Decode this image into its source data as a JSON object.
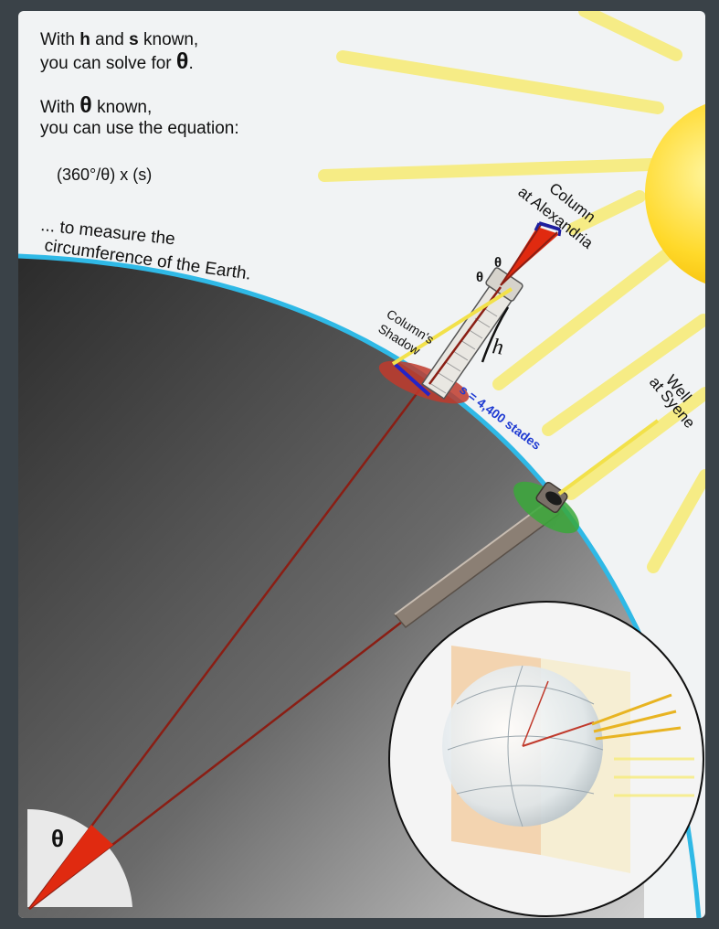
{
  "intro": {
    "line1_pre": "With ",
    "line1_h": "h",
    "line1_mid": " and ",
    "line1_s": "s",
    "line1_post": " known,",
    "line2_pre": "you can solve for ",
    "line2_theta": "θ",
    "line2_post": ".",
    "line3_pre": "With ",
    "line3_theta": "θ",
    "line3_post": " known,",
    "line4": "you can use the equation:",
    "equation": "(360°/θ) x (s)"
  },
  "labels": {
    "measure_line1": "... to measure the",
    "measure_line2": "circumference of the Earth.",
    "column_line1": "Column",
    "column_line2": "at Alexandria",
    "shadow_line1": "Column's",
    "shadow_line2": "Shadow",
    "h_label": "h",
    "s_label": "s = 4,400 stades",
    "well_line1": "Well",
    "well_line2": "at Syene",
    "theta_sun_1": "θ",
    "theta_sun_2": "θ",
    "theta_center": "θ"
  },
  "colors": {
    "sky": "#f1f3f4",
    "frame": "#3a4248",
    "earth_edge": "#2fb9e6",
    "sun": "#ffd21e",
    "ray": "#f7ec7a",
    "theta_wedge": "#e02a10",
    "radius_line": "#8a1e14",
    "arc_label": "#1e3ad2",
    "shadow_red": "#c0392b",
    "well_green": "#3aa83a"
  }
}
